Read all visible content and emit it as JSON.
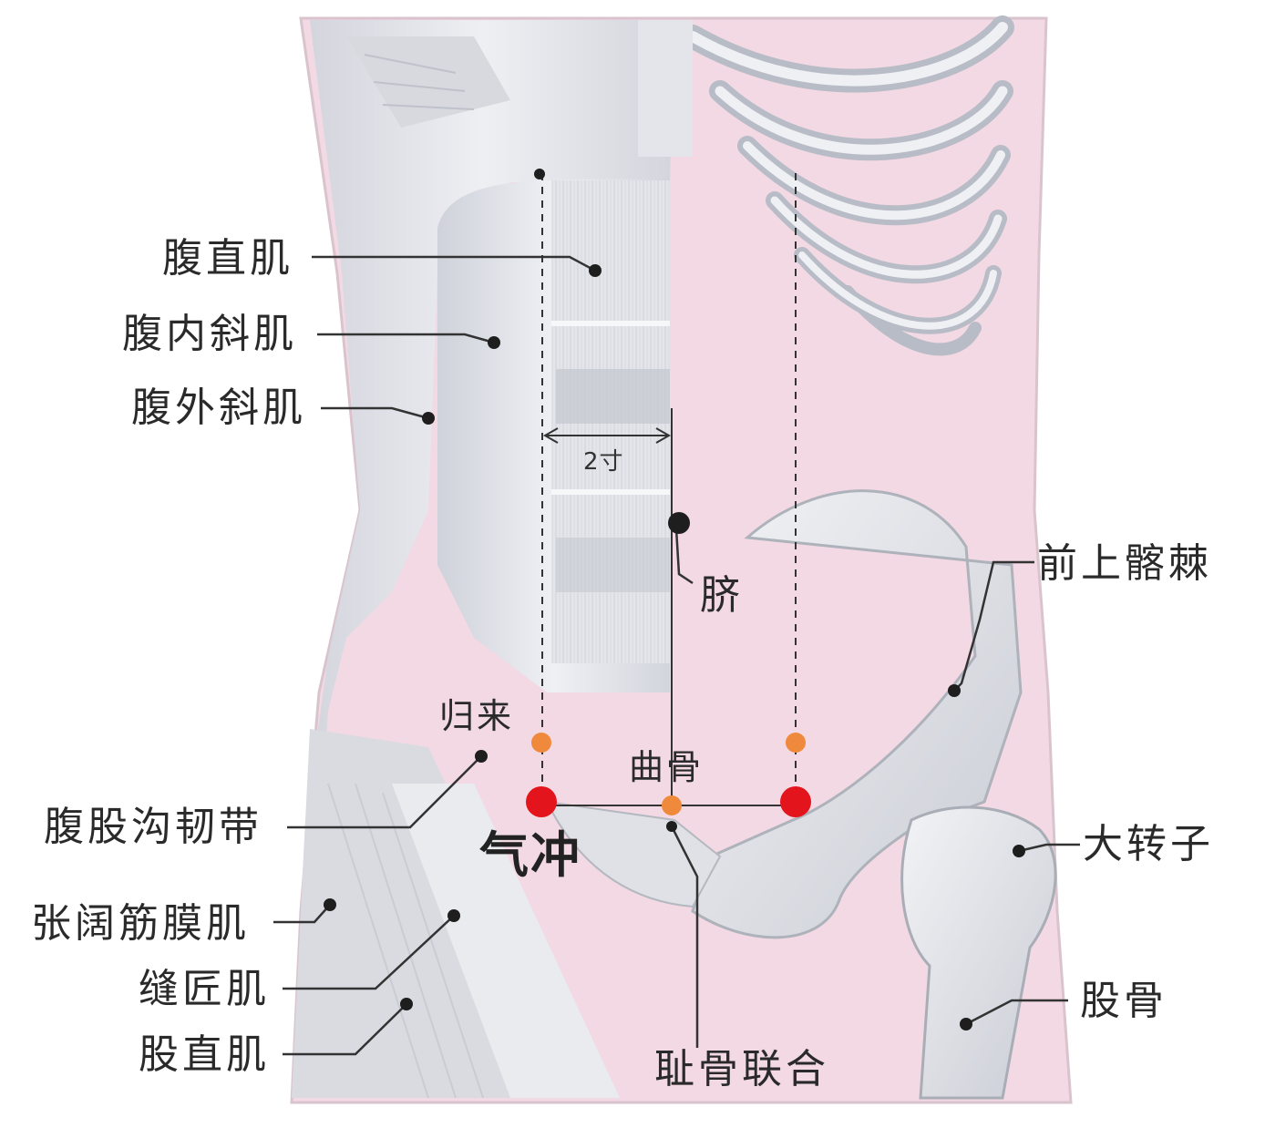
{
  "labels": {
    "rectus_abdominis": "腹直肌",
    "internal_oblique": "腹内斜肌",
    "external_oblique": "腹外斜肌",
    "distance": "2寸",
    "navel": "脐",
    "asis": "前上髂棘",
    "guilai": "归来",
    "qugu": "曲骨",
    "inguinal_ligament": "腹股沟韧带",
    "qichong": "气冲",
    "greater_trochanter": "大转子",
    "tensor_fasciae_latae": "张阔筋膜肌",
    "sartorius": "缝匠肌",
    "rectus_femoris": "股直肌",
    "femur": "股骨",
    "pubic_symphysis": "耻骨联合"
  },
  "colors": {
    "acupoint_primary": "#e3141b",
    "acupoint_secondary": "#ef8a3c",
    "marker": "#1e1e1e",
    "skin": "#f3d9e3",
    "tissue": "#e6e8ee"
  }
}
